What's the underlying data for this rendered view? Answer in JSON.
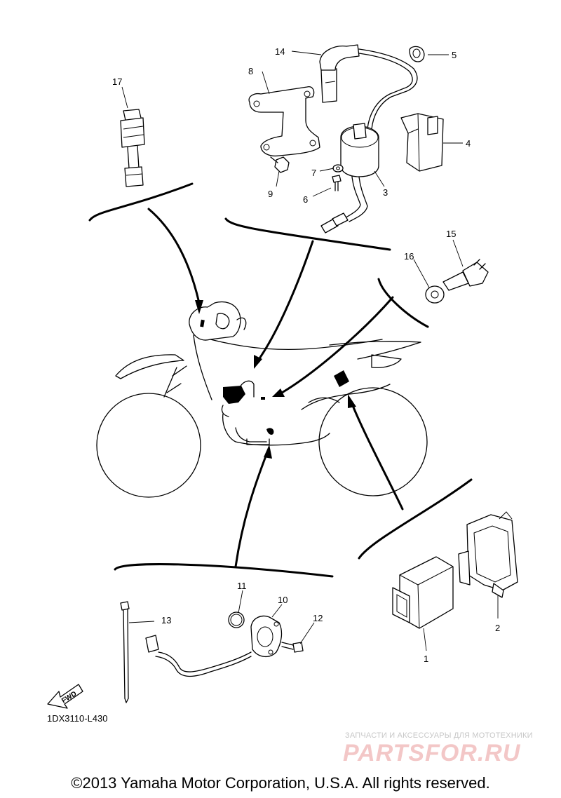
{
  "diagram": {
    "callouts": {
      "c1": "1",
      "c2": "2",
      "c3": "3",
      "c4": "4",
      "c5": "5",
      "c6": "6",
      "c7": "7",
      "c8": "8",
      "c9": "9",
      "c10": "10",
      "c11": "11",
      "c12": "12",
      "c13": "13",
      "c14": "14",
      "c15": "15",
      "c16": "16",
      "c17": "17"
    },
    "fwd_label": "FWD",
    "diagram_code": "1DX3110-L430"
  },
  "watermark": {
    "subtitle": "ЗАПЧАСТИ И АКСЕССУАРЫ ДЛЯ МОТОТЕХНИКИ",
    "logo": "PARTSFOR.RU"
  },
  "copyright": "©2013 Yamaha Motor Corporation, U.S.A. All rights reserved."
}
